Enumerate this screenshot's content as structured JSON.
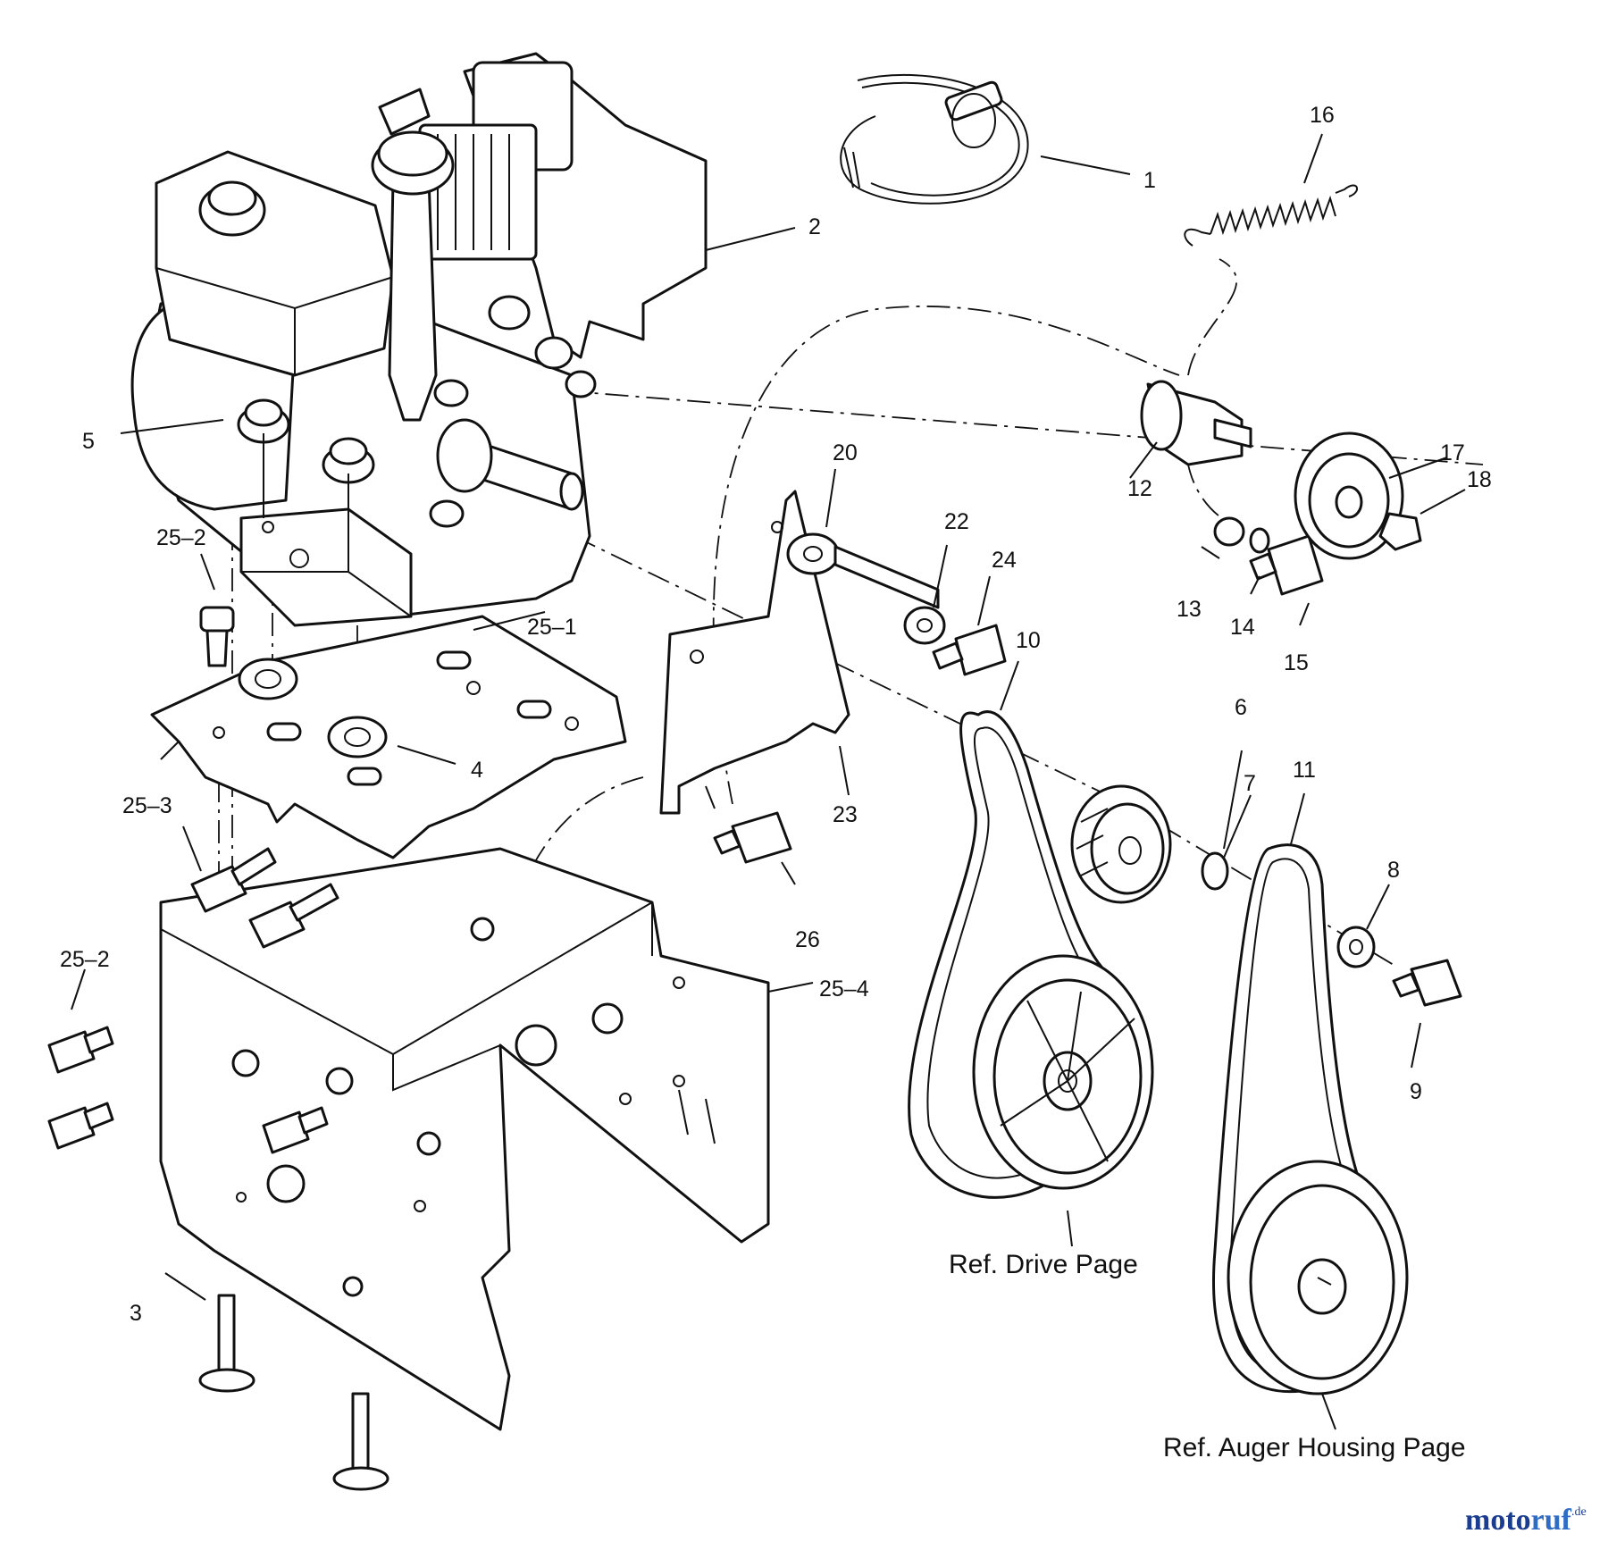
{
  "callouts": {
    "c1": "1",
    "c2": "2",
    "c3": "3",
    "c4": "4",
    "c5": "5",
    "c6": "6",
    "c7": "7",
    "c8": "8",
    "c9": "9",
    "c10": "10",
    "c11": "11",
    "c12": "12",
    "c13": "13",
    "c14": "14",
    "c15": "15",
    "c16": "16",
    "c17": "17",
    "c18": "18",
    "c20": "20",
    "c22": "22",
    "c23": "23",
    "c24": "24",
    "c25_1": "25–1",
    "c25_2a": "25–2",
    "c25_2b": "25–2",
    "c25_3": "25–3",
    "c25_4": "25–4",
    "c26": "26"
  },
  "references": {
    "drive_page": "Ref. Drive Page",
    "auger_housing_page": "Ref. Auger Housing Page"
  },
  "watermark": {
    "part_a": "moto",
    "part_b": "ruf",
    "suffix": ".de"
  },
  "colors": {
    "line": "#111111",
    "watermark_dark": "#1b3d8f",
    "watermark_light": "#2f6cc4"
  }
}
